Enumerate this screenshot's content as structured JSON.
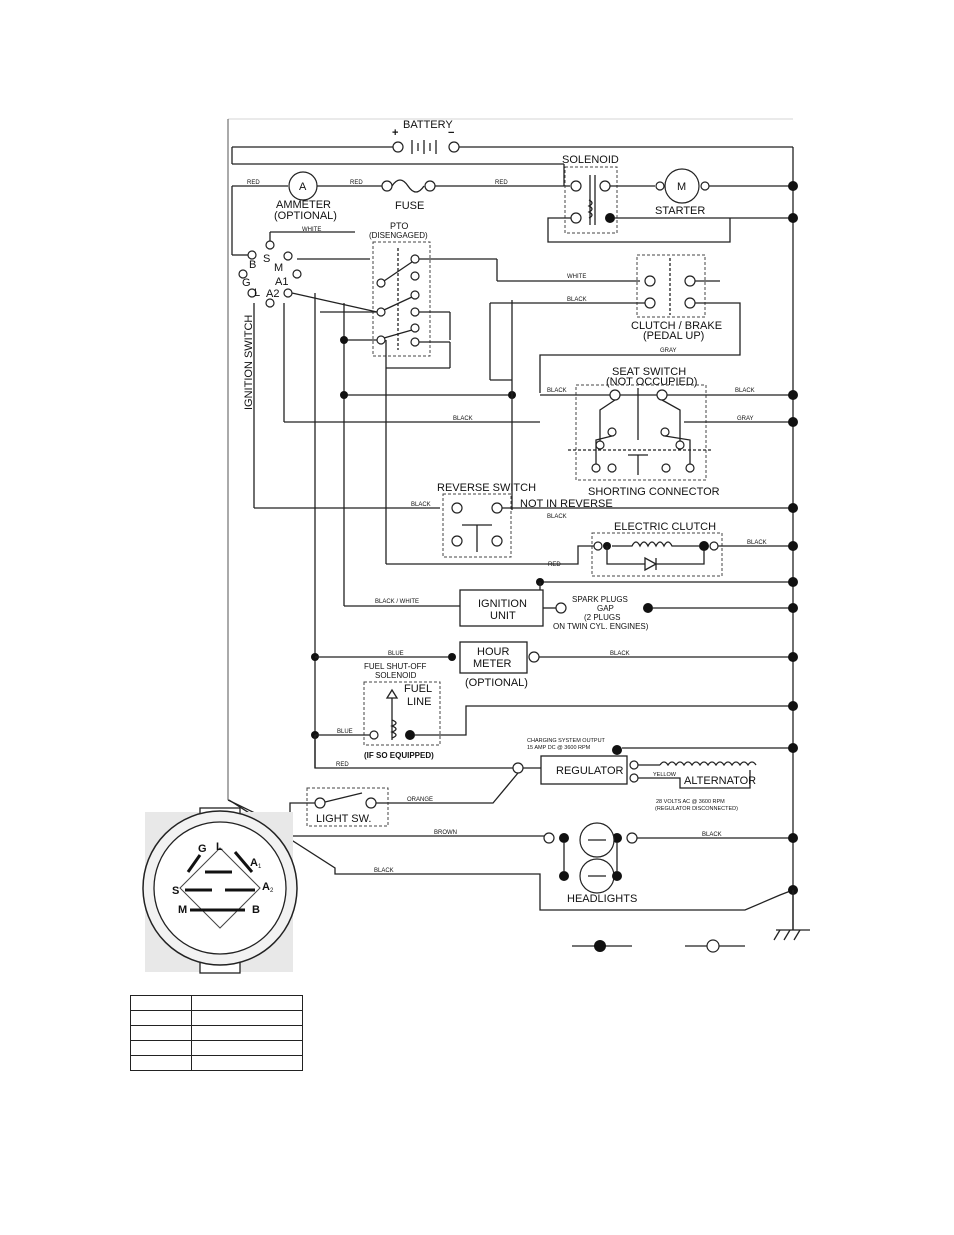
{
  "labels": {
    "battery": "BATTERY",
    "solenoid": "SOLENOID",
    "starter": "STARTER",
    "starter_motor": "M",
    "ammeter": "AMMETER",
    "ammeter_sub": "(OPTIONAL)",
    "ammeter_symbol": "A",
    "fuse": "FUSE",
    "pto": "PTO",
    "pto_sub": "(DISENGAGED)",
    "clutch_brake": "CLUTCH / BRAKE",
    "clutch_brake_sub": "(PEDAL UP)",
    "seat_switch": "SEAT SWITCH",
    "seat_switch_sub": "(NOT OCCUPIED)",
    "shorting_connector": "SHORTING CONNECTOR",
    "reverse_switch": "REVERSE SWITCH",
    "not_in_reverse": "NOT IN REVERSE",
    "electric_clutch": "ELECTRIC CLUTCH",
    "ignition_unit_1": "IGNITION",
    "ignition_unit_2": "UNIT",
    "spark_plugs_1": "SPARK PLUGS",
    "spark_plugs_2": "GAP",
    "spark_plugs_3": "(2 PLUGS",
    "spark_plugs_4": "ON TWIN CYL. ENGINES)",
    "hour_meter_1": "HOUR",
    "hour_meter_2": "METER",
    "hour_meter_sub": "(OPTIONAL)",
    "fuel_solenoid_1": "FUEL SHUT-OFF",
    "fuel_solenoid_2": "SOLENOID",
    "fuel_line_1": "FUEL",
    "fuel_line_2": "LINE",
    "fuel_solenoid_sub": "(IF SO EQUIPPED)",
    "charging_1": "CHARGING SYSTEM OUTPUT",
    "charging_2": "15 AMP DC @ 3600 RPM",
    "regulator": "REGULATOR",
    "alternator": "ALTERNATOR",
    "alternator_1": "28 VOLTS AC @ 3600 RPM",
    "alternator_2": "(REGULATOR DISCONNECTED)",
    "light_sw": "LIGHT SW.",
    "headlights": "HEADLIGHTS",
    "ignition_switch": "IGNITION SWITCH"
  },
  "terminals": {
    "b": "B",
    "s": "S",
    "m": "M",
    "g": "G",
    "l": "L",
    "a1": "A1",
    "a2": "A2"
  },
  "wires": {
    "red": "RED",
    "white": "WHITE",
    "black": "BLACK",
    "gray": "GRAY",
    "black_white": "BLACK / WHITE",
    "blue": "BLUE",
    "yellow": "YELLOW",
    "orange": "ORANGE",
    "brown": "BROWN"
  },
  "switch_face": {
    "g": "G",
    "l": "L",
    "a1": "A",
    "a1_sub": "1",
    "s": "S",
    "a2": "A",
    "a2_sub": "2",
    "m": "M",
    "b": "B"
  },
  "legend_rows": 5
}
